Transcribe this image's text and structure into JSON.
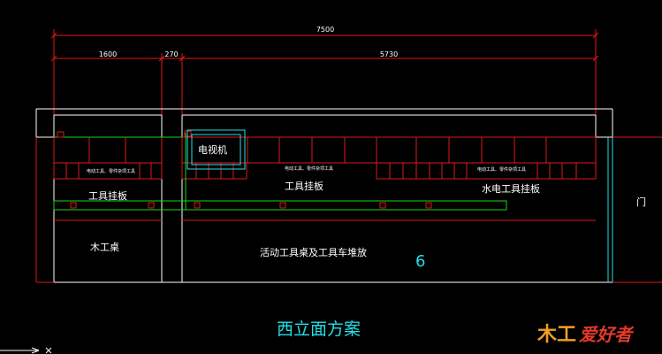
{
  "dimensions": {
    "total": "7500",
    "left": "1600",
    "middle": "270",
    "right": "5730"
  },
  "labels": {
    "tv": "电视机",
    "tool_board_left": "工具挂板",
    "tool_board_mid": "工具挂板",
    "tool_board_right": "水电工具挂板",
    "wood_table": "木工桌",
    "mobile_tables": "活动工具桌及工具车堆放",
    "door": "门",
    "shelf_small_left": "电动工具、零件杂项工具",
    "shelf_small_mid": "电动工具、零件杂项工具",
    "shelf_small_right": "电动工具、零件杂项工具",
    "number": "6",
    "title": "西立面方案"
  },
  "logo": {
    "part1": "木工",
    "part2": "爱好者"
  },
  "colors": {
    "outline": "#ffffff",
    "red": "#e01818",
    "green": "#18d818",
    "cyan": "#22e0e8",
    "background": "#000000"
  }
}
